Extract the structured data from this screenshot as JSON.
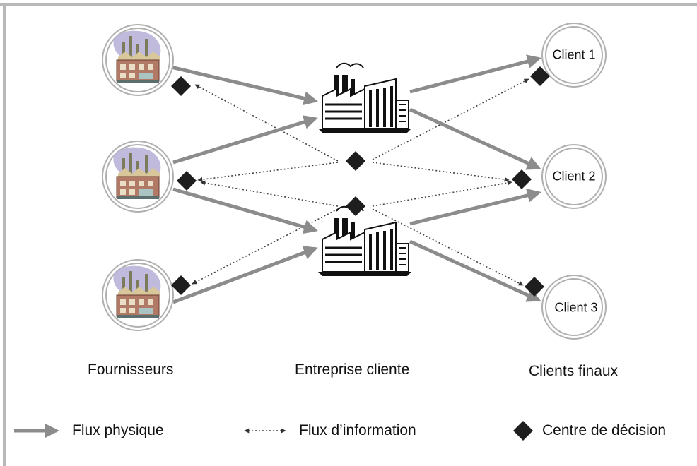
{
  "groups": {
    "suppliers": "Fournisseurs",
    "company": "Entreprise cliente",
    "clients": "Clients finaux"
  },
  "clients": [
    "Client 1",
    "Client 2",
    "Client 3"
  ],
  "legend": {
    "physical": "Flux physique",
    "information": "Flux d’information",
    "decision": "Centre de décision"
  },
  "colors": {
    "physical_flow": "#8c8c8c",
    "information_flow": "#444444",
    "decision_center": "#1e1e1e",
    "frame": "#b8b8b8"
  }
}
